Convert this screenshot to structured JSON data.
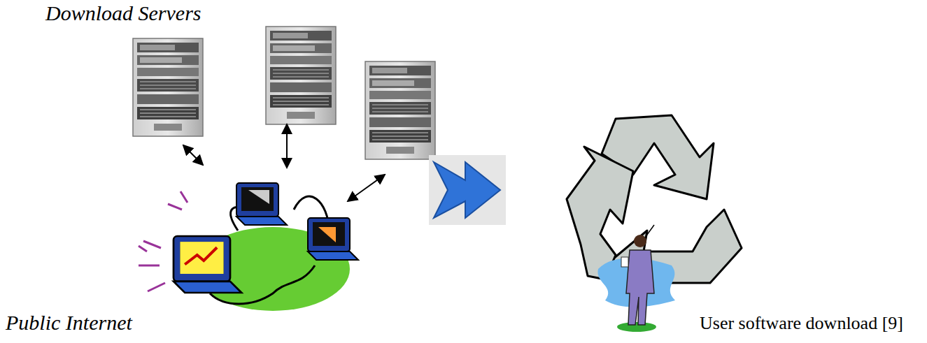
{
  "diagram": {
    "caption": "User software download [9]",
    "labels": [
      "Download Servers",
      "Public Internet"
    ]
  }
}
